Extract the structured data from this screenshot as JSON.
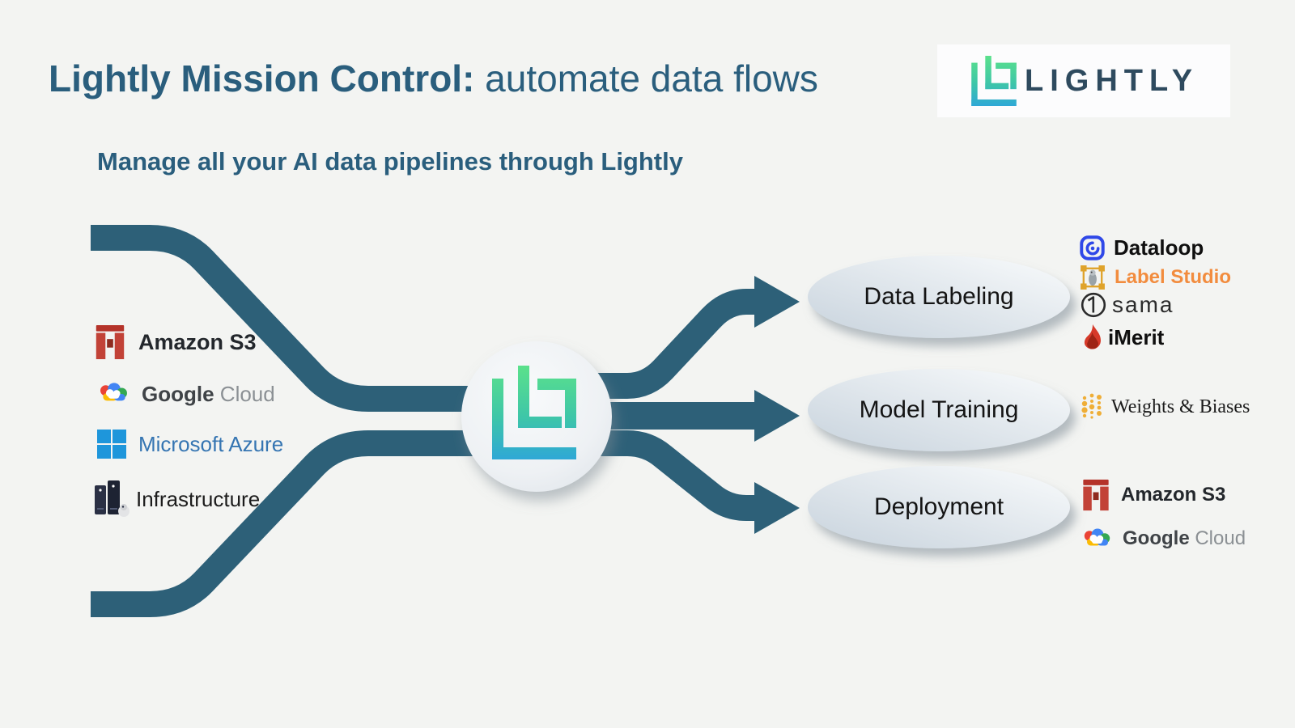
{
  "header": {
    "title_bold": "Lightly Mission Control:",
    "title_regular": " automate data flows",
    "subtitle": "Manage all your AI data pipelines through Lightly"
  },
  "brand": {
    "wordmark": "LIGHTLY"
  },
  "colors": {
    "background": "#f3f4f2",
    "flow_teal": "#2d6078",
    "title_teal": "#2a5e7d",
    "lightly_gradient_top": "#5be18b",
    "lightly_gradient_bottom": "#2fa8d6",
    "azure_blue": "#1e96db",
    "dataloop_blue": "#2f48e8",
    "label_studio_orange": "#f28c3e",
    "s3_red": "#c0392b",
    "imerit_red": "#d63a2a",
    "wandb_gold": "#efae37"
  },
  "sources": [
    {
      "label": "Amazon S3"
    },
    {
      "label_word1": "Google",
      "label_word2": "Cloud"
    },
    {
      "label": "Microsoft Azure"
    },
    {
      "label": "Infrastructure"
    }
  ],
  "stages": [
    {
      "label": "Data Labeling"
    },
    {
      "label": "Model Training"
    },
    {
      "label": "Deployment"
    }
  ],
  "labeling_tools": [
    {
      "label": "Dataloop"
    },
    {
      "label": "Label Studio"
    },
    {
      "label": "sama"
    },
    {
      "label": "iMerit"
    }
  ],
  "training_tools": [
    {
      "label": "Weights & Biases"
    }
  ],
  "deployment_targets": [
    {
      "label": "Amazon S3"
    },
    {
      "label_word1": "Google",
      "label_word2": "Cloud"
    }
  ]
}
